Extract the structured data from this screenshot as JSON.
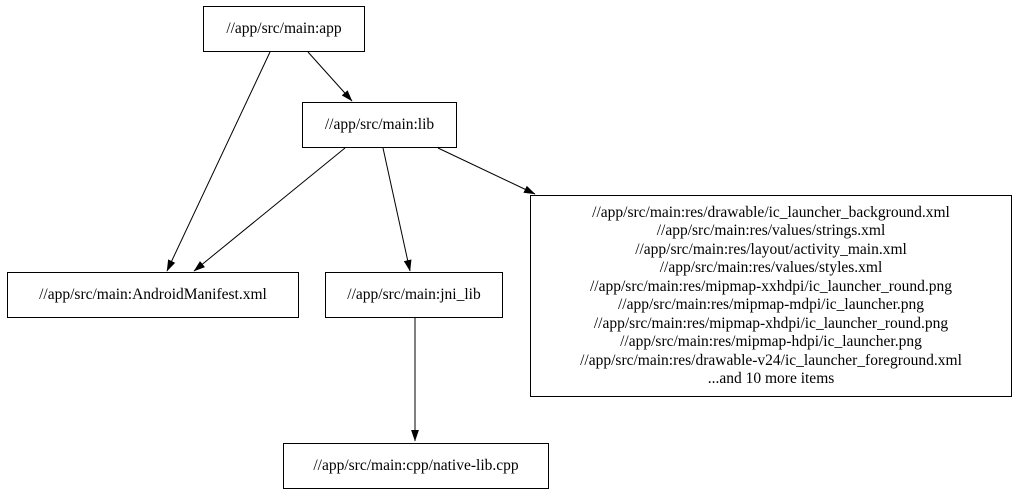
{
  "diagram": {
    "kind": "build-dependency-graph",
    "colors": {
      "background": "#ffffff",
      "node_fill": "#ffffff",
      "node_border": "#000000",
      "edge": "#000000",
      "text": "#000000"
    },
    "nodes": {
      "app": {
        "label": "//app/src/main:app"
      },
      "lib": {
        "label": "//app/src/main:lib"
      },
      "manifest": {
        "label": "//app/src/main:AndroidManifest.xml"
      },
      "jni_lib": {
        "label": "//app/src/main:jni_lib"
      },
      "res_group": {
        "lines": [
          "//app/src/main:res/drawable/ic_launcher_background.xml",
          "//app/src/main:res/values/strings.xml",
          "//app/src/main:res/layout/activity_main.xml",
          "//app/src/main:res/values/styles.xml",
          "//app/src/main:res/mipmap-xxhdpi/ic_launcher_round.png",
          "//app/src/main:res/mipmap-mdpi/ic_launcher.png",
          "//app/src/main:res/mipmap-xhdpi/ic_launcher_round.png",
          "//app/src/main:res/mipmap-hdpi/ic_launcher.png",
          "//app/src/main:res/drawable-v24/ic_launcher_foreground.xml",
          "...and 10 more items"
        ]
      },
      "native_lib": {
        "label": "//app/src/main:cpp/native-lib.cpp"
      }
    },
    "edges": [
      {
        "from": "app",
        "to": "lib"
      },
      {
        "from": "app",
        "to": "manifest"
      },
      {
        "from": "lib",
        "to": "manifest"
      },
      {
        "from": "lib",
        "to": "jni_lib"
      },
      {
        "from": "lib",
        "to": "res_group"
      },
      {
        "from": "jni_lib",
        "to": "native_lib"
      }
    ]
  }
}
